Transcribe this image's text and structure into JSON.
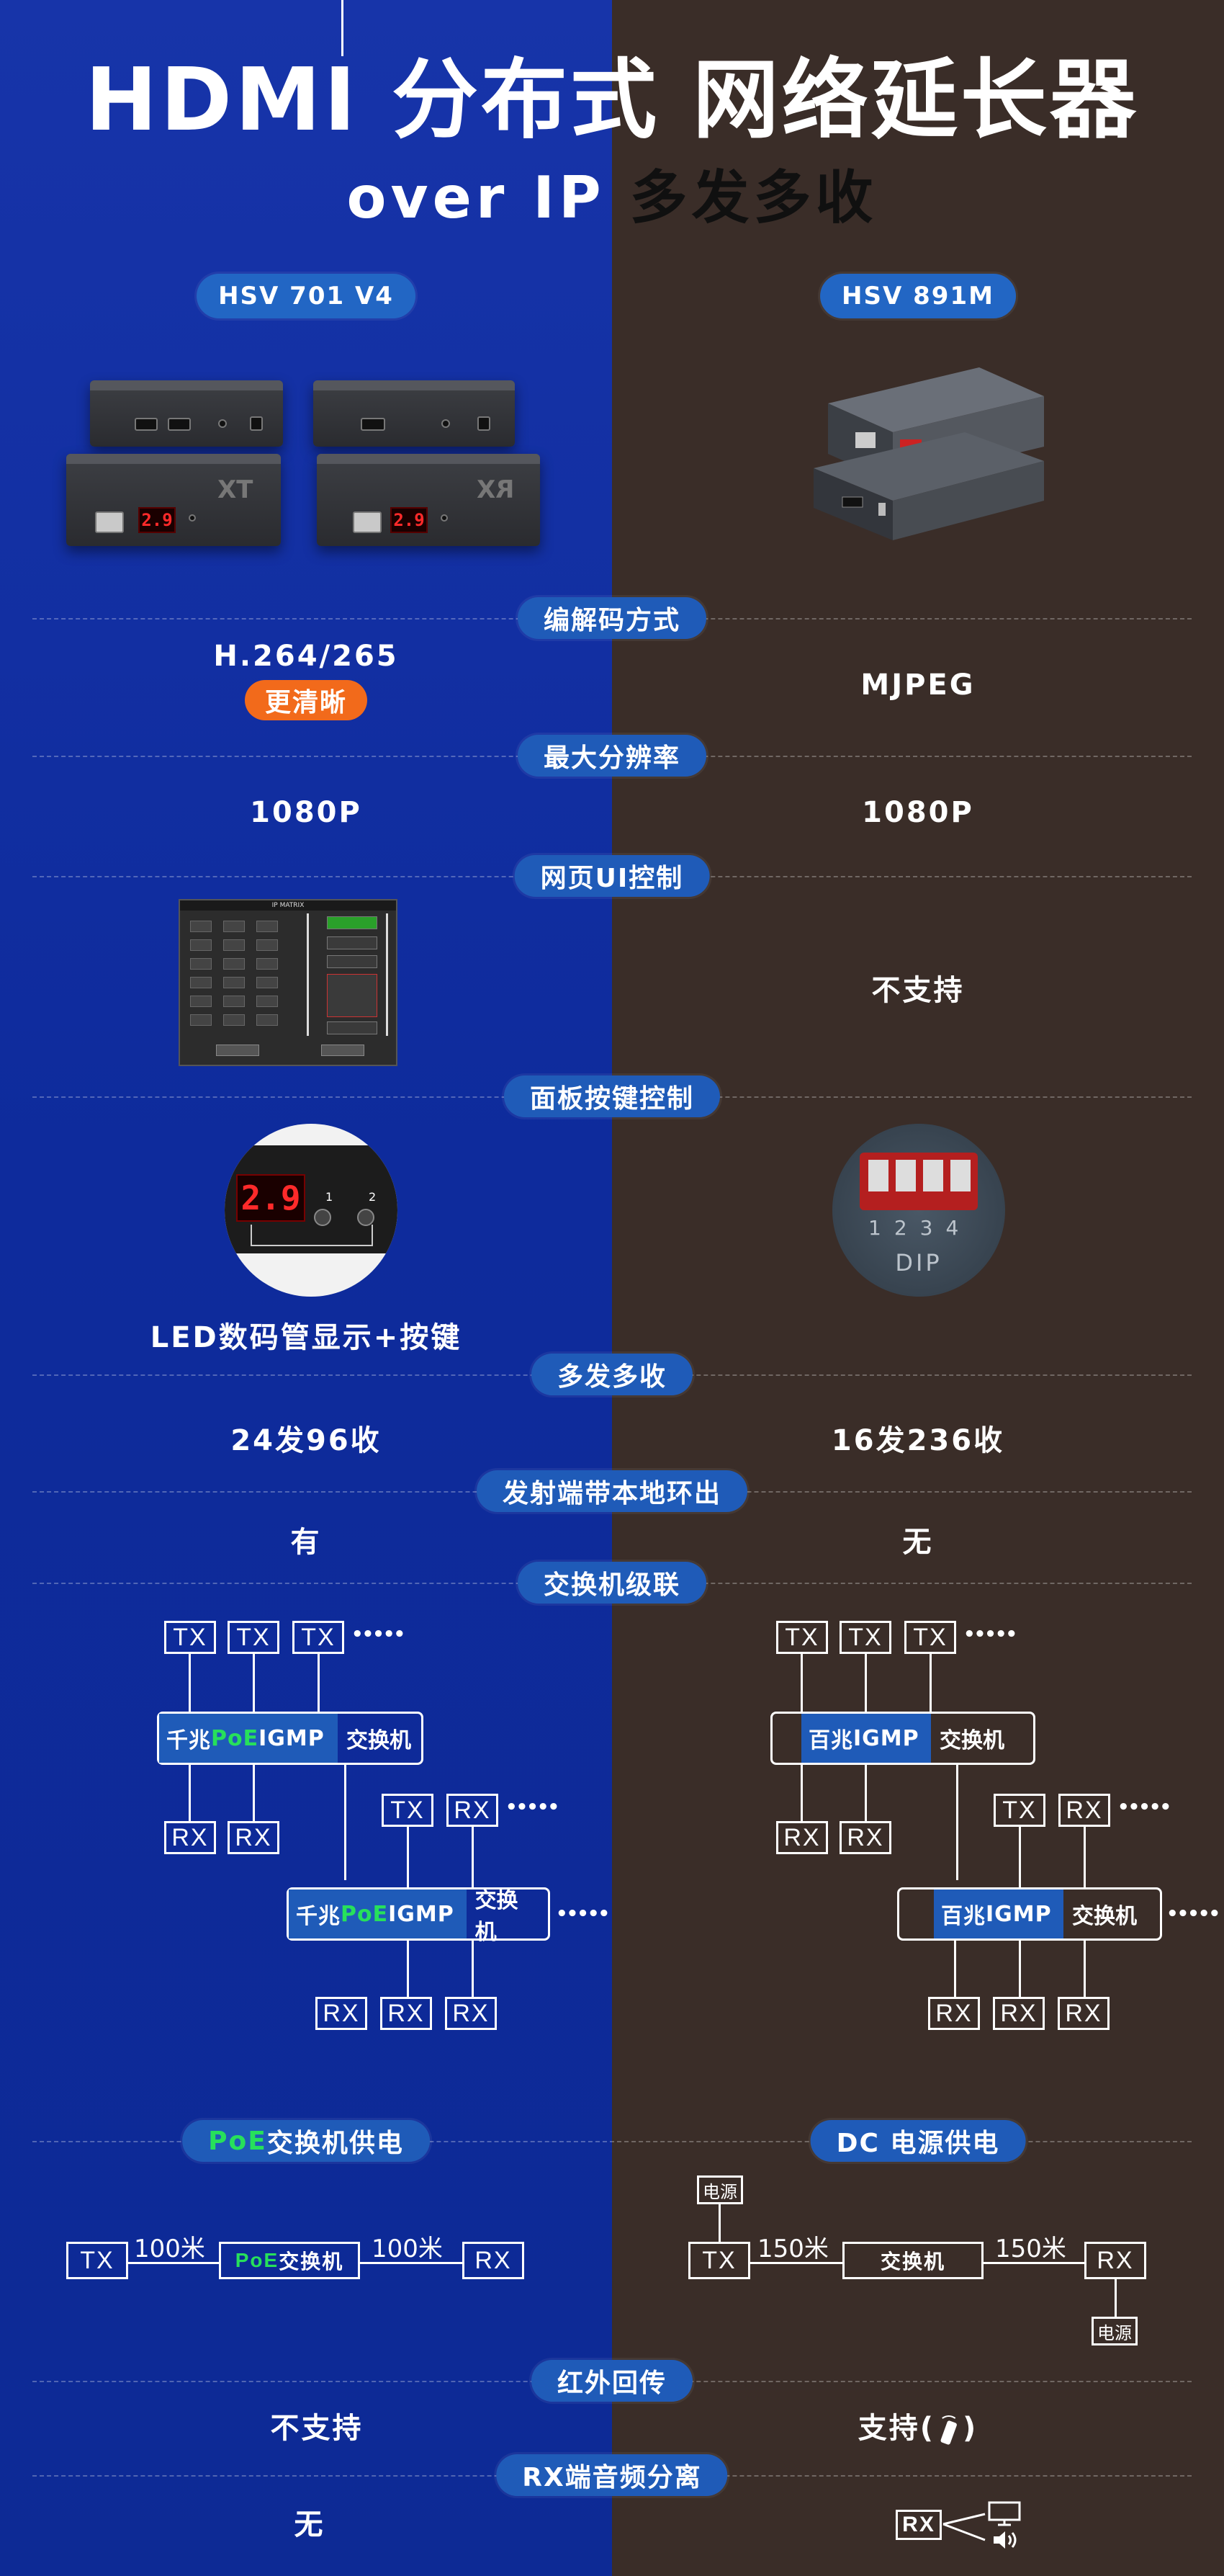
{
  "header": {
    "title": "HDMI 分布式 网络延长器",
    "subtitle_left": "over IP",
    "subtitle_right": "多发多收"
  },
  "models": {
    "left": "HSV 701 V4",
    "right": "HSV 891M"
  },
  "devices": {
    "left_tx_label": "TX",
    "left_rx_label": "RX",
    "left_display": "2.9",
    "right_label": ""
  },
  "sections": [
    {
      "label": "编解码方式",
      "left": "H.264/265",
      "left_badge": "更清晰",
      "right": "MJPEG"
    },
    {
      "label": "最大分辨率",
      "left": "1080P",
      "right": "1080P"
    },
    {
      "label": "网页UI控制",
      "left_screenshot_title": "IP MATRIX",
      "right": "不支持"
    },
    {
      "label": "面板按键控制",
      "left_caption": "LED数码管显示+按键",
      "left_display": "2.9",
      "left_buttons": [
        "1",
        "2"
      ],
      "right_dip_numbers": [
        "1",
        "2",
        "3",
        "4"
      ],
      "right_dip_label": "DIP"
    },
    {
      "label": "多发多收",
      "left": "24发96收",
      "right": "16发236收"
    },
    {
      "label": "发射端带本地环出",
      "left": "有",
      "right": "无"
    },
    {
      "label": "交换机级联"
    },
    {
      "label_left": "PoE交换机供电",
      "label_right": "DC 电源供电"
    },
    {
      "label": "红外回传",
      "left": "不支持",
      "right_prefix": "支持(",
      "right_suffix": ")"
    },
    {
      "label": "RX端音频分离",
      "left": "无",
      "right_box": "RX"
    }
  ],
  "cascade": {
    "tx": "TX",
    "rx": "RX",
    "dots": "•••••",
    "left_switch": {
      "prefix": "千兆",
      "poe": "PoE",
      "igmp": " IGMP",
      "suffix": "交换机"
    },
    "right_switch": {
      "prefix": "百兆",
      "igmp": " IGMP",
      "suffix": "交换机"
    }
  },
  "power": {
    "left": {
      "tx": "TX",
      "rx": "RX",
      "dist1": "100米",
      "dist2": "100米",
      "switch_poe": "PoE",
      "switch_suffix": "交换机"
    },
    "right": {
      "tx": "TX",
      "rx": "RX",
      "dist1": "150米",
      "dist2": "150米",
      "switch": "交换机",
      "power_label": "电源"
    }
  },
  "colors": {
    "left_bg": "#0d2a95",
    "right_bg": "#3a2d28",
    "pill": "#1f5bb8",
    "badge": "#f26a1b",
    "poe_green": "#27e05b",
    "led_red": "#ff2a2a"
  }
}
